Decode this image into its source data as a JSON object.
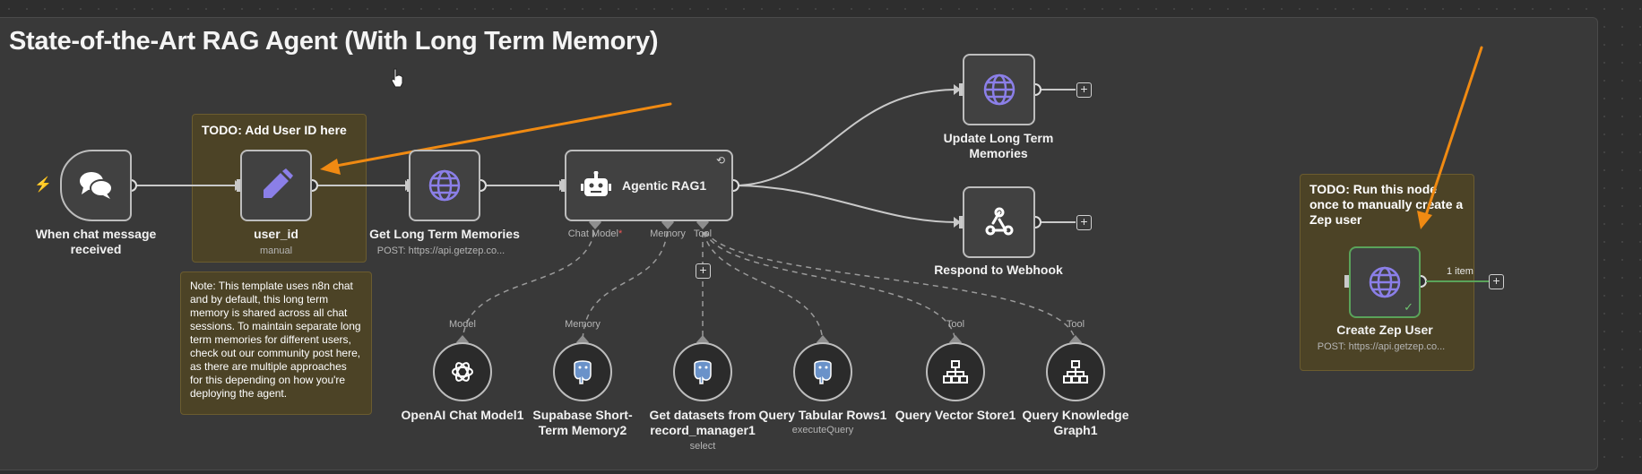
{
  "canvas": {
    "title": "State-of-the-Art RAG Agent (With Long Term Memory)"
  },
  "sticky_notes": {
    "add_user_id": {
      "title": "TODO: Add User ID here"
    },
    "template_note": {
      "text": "Note: This template uses n8n chat and by default, this long term memory is shared across all chat sessions. To maintain separate long term memories for different users, check out our community post here, as there are multiple approaches for this depending on how you're deploying the agent."
    },
    "create_zep_user": {
      "title": "TODO: Run this node once to manually create a Zep user"
    }
  },
  "nodes": {
    "chat_trigger": {
      "label": "When chat message received",
      "icon": "chat-bubbles-icon"
    },
    "user_id": {
      "label": "user_id",
      "subtitle": "manual",
      "icon": "pencil-icon"
    },
    "get_memories": {
      "label": "Get Long Term Memories",
      "subtitle": "POST: https://api.getzep.co...",
      "icon": "globe-icon"
    },
    "agent": {
      "label": "Agentic RAG1",
      "icon": "robot-icon"
    },
    "update_memories": {
      "label": "Update Long Term Memories",
      "icon": "globe-icon"
    },
    "respond_webhook": {
      "label": "Respond to Webhook",
      "icon": "webhook-icon"
    },
    "openai_model": {
      "label": "OpenAI Chat Model1",
      "icon": "openai-icon"
    },
    "supabase_memory": {
      "label": "Supabase Short-Term Memory2",
      "icon": "postgres-icon"
    },
    "get_datasets": {
      "label": "Get datasets from record_manager1",
      "subtitle": "select",
      "icon": "postgres-icon"
    },
    "query_tabular": {
      "label": "Query Tabular Rows1",
      "subtitle": "executeQuery",
      "icon": "postgres-icon"
    },
    "vector_store": {
      "label": "Query Vector Store1",
      "icon": "sitemap-icon"
    },
    "knowledge_graph": {
      "label": "Query Knowledge Graph1",
      "icon": "sitemap-icon"
    },
    "create_zep_user": {
      "label": "Create Zep User",
      "subtitle": "POST: https://api.getzep.co...",
      "icon": "globe-icon",
      "item_count": "1 item"
    }
  },
  "agent_ports": {
    "chat_model": "Chat Model",
    "required_marker": "*",
    "memory": "Memory",
    "tool": "Tool"
  },
  "sub_ports": {
    "model": "Model",
    "memory": "Memory",
    "tool_a": "Tool",
    "tool_b": "Tool"
  },
  "colors": {
    "canvas_bg": "#2e2e2e",
    "group_bg": "#393939",
    "sticky_bg": "#4c4326",
    "node_border": "#bdbdbd",
    "accent_purple": "#8b7fe8",
    "annotation_orange": "#f08a12",
    "success_green": "#5aa35a",
    "trigger_red": "#e9573c"
  }
}
